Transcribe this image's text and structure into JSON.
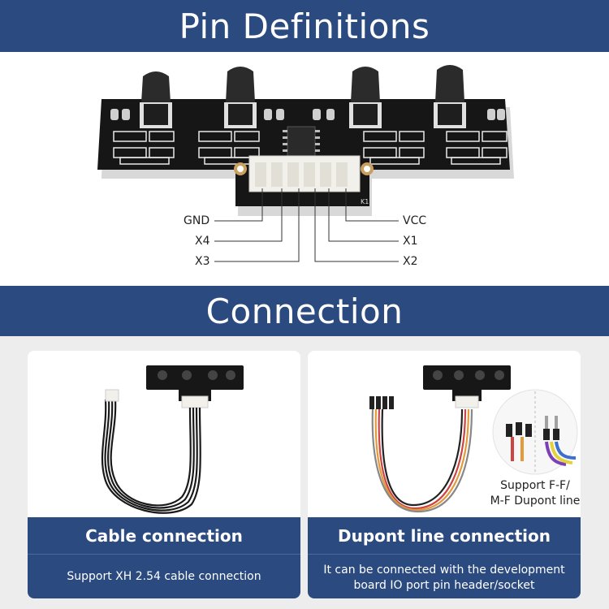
{
  "sections": {
    "pin_title": "Pin Definitions",
    "connection_title": "Connection"
  },
  "pins": {
    "gnd": "GND",
    "x4": "X4",
    "x3": "X3",
    "vcc": "VCC",
    "x1": "X1",
    "x2": "X2"
  },
  "board_labels": {
    "k1": "K1"
  },
  "cards": [
    {
      "title": "Cable connection",
      "description": "Support XH 2.54 cable connection"
    },
    {
      "title": "Dupont line connection",
      "description_line1": "It can be connected with the development",
      "description_line2": "board IO port pin header/socket",
      "note_line1": "Support F-F/",
      "note_line2": "M-F Dupont line"
    }
  ]
}
